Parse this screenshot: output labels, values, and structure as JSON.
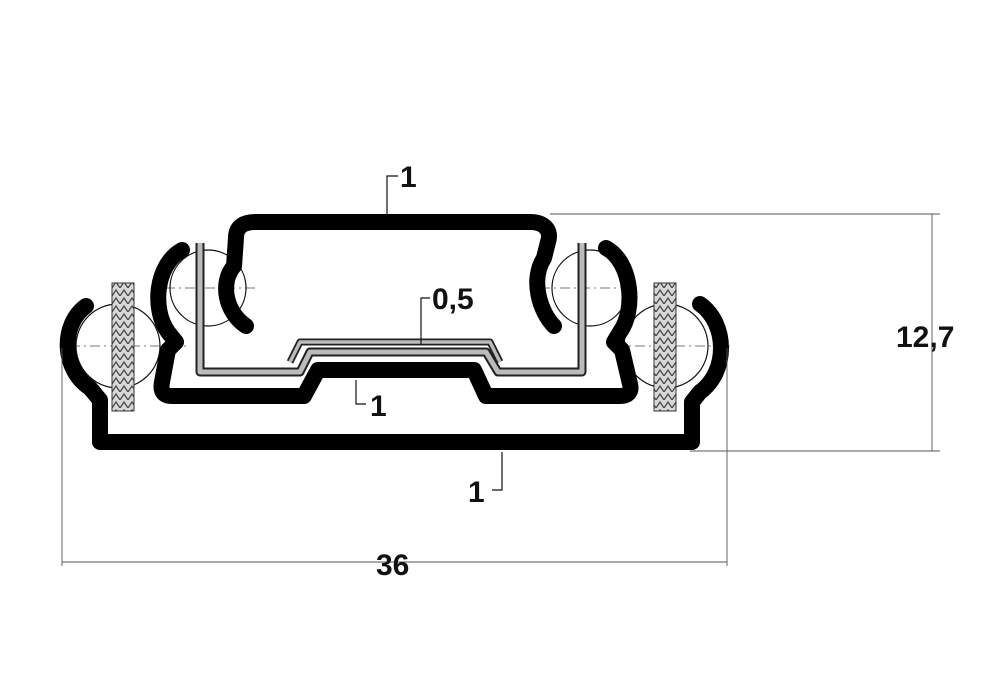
{
  "labels": {
    "top_thickness": "1",
    "inner_thickness": "1",
    "bottom_thickness": "1",
    "shim_thickness": "0,5",
    "height": "12,7",
    "width": "36"
  },
  "colors": {
    "profile": "#000000",
    "hatch": "#888888",
    "dimension": "#555555"
  }
}
